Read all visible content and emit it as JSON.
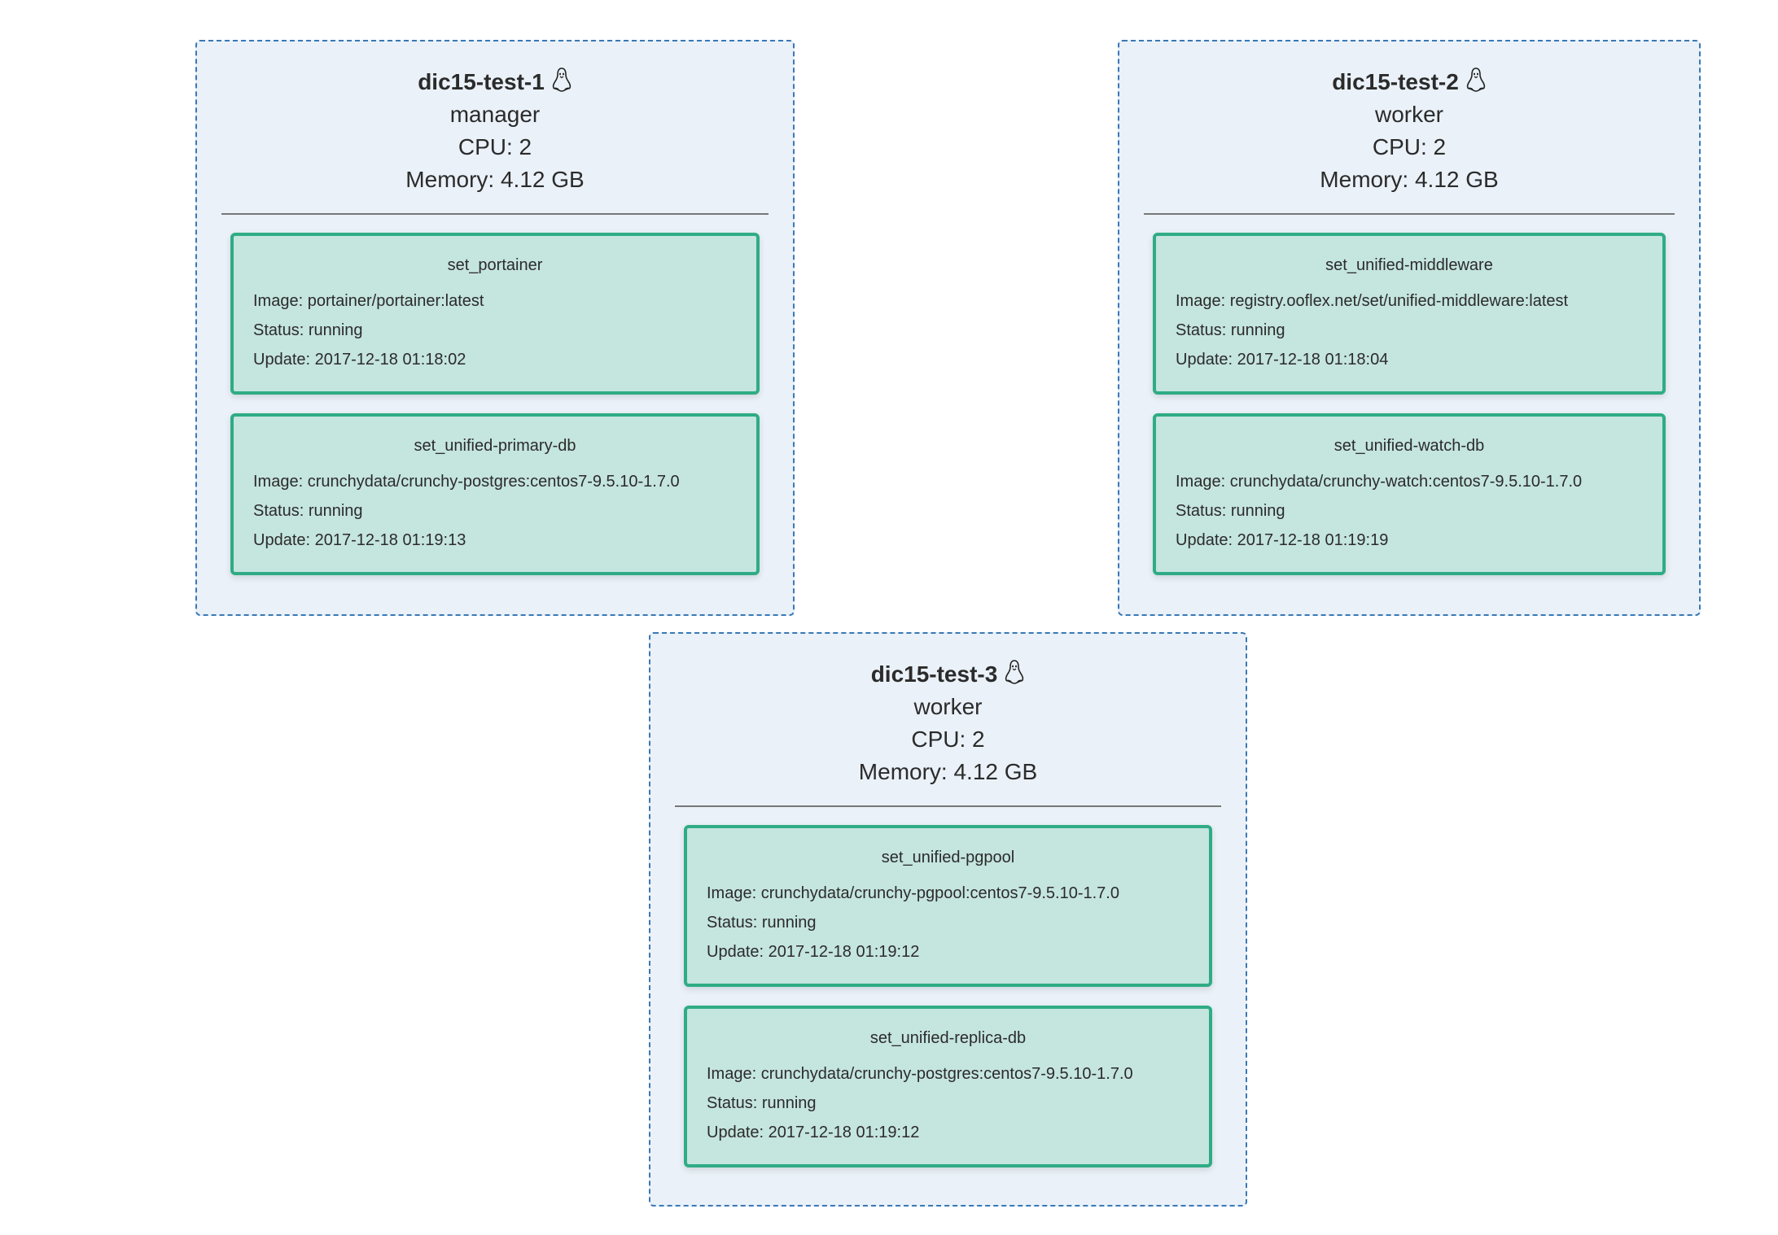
{
  "colors": {
    "node_bg": "#eaf1f8",
    "node_border": "#3a78b5",
    "service_bg": "#c5e5df",
    "service_border": "#2fac85"
  },
  "nodes": [
    {
      "name": "dic15-test-1",
      "os_icon": "linux-tux-icon",
      "role": "manager",
      "cpu": "CPU: 2",
      "memory": "Memory: 4.12 GB",
      "services": [
        {
          "name": "set_portainer",
          "image": "Image: portainer/portainer:latest",
          "status": "Status: running",
          "update": "Update: 2017-12-18 01:18:02"
        },
        {
          "name": "set_unified-primary-db",
          "image": "Image: crunchydata/crunchy-postgres:centos7-9.5.10-1.7.0",
          "status": "Status: running",
          "update": "Update: 2017-12-18 01:19:13"
        }
      ]
    },
    {
      "name": "dic15-test-2",
      "os_icon": "linux-tux-icon",
      "role": "worker",
      "cpu": "CPU: 2",
      "memory": "Memory: 4.12 GB",
      "services": [
        {
          "name": "set_unified-middleware",
          "image": "Image: registry.ooflex.net/set/unified-middleware:latest",
          "status": "Status: running",
          "update": "Update: 2017-12-18 01:18:04"
        },
        {
          "name": "set_unified-watch-db",
          "image": "Image: crunchydata/crunchy-watch:centos7-9.5.10-1.7.0",
          "status": "Status: running",
          "update": "Update: 2017-12-18 01:19:19"
        }
      ]
    },
    {
      "name": "dic15-test-3",
      "os_icon": "linux-tux-icon",
      "role": "worker",
      "cpu": "CPU: 2",
      "memory": "Memory: 4.12 GB",
      "services": [
        {
          "name": "set_unified-pgpool",
          "image": "Image: crunchydata/crunchy-pgpool:centos7-9.5.10-1.7.0",
          "status": "Status: running",
          "update": "Update: 2017-12-18 01:19:12"
        },
        {
          "name": "set_unified-replica-db",
          "image": "Image: crunchydata/crunchy-postgres:centos7-9.5.10-1.7.0",
          "status": "Status: running",
          "update": "Update: 2017-12-18 01:19:12"
        }
      ]
    }
  ]
}
